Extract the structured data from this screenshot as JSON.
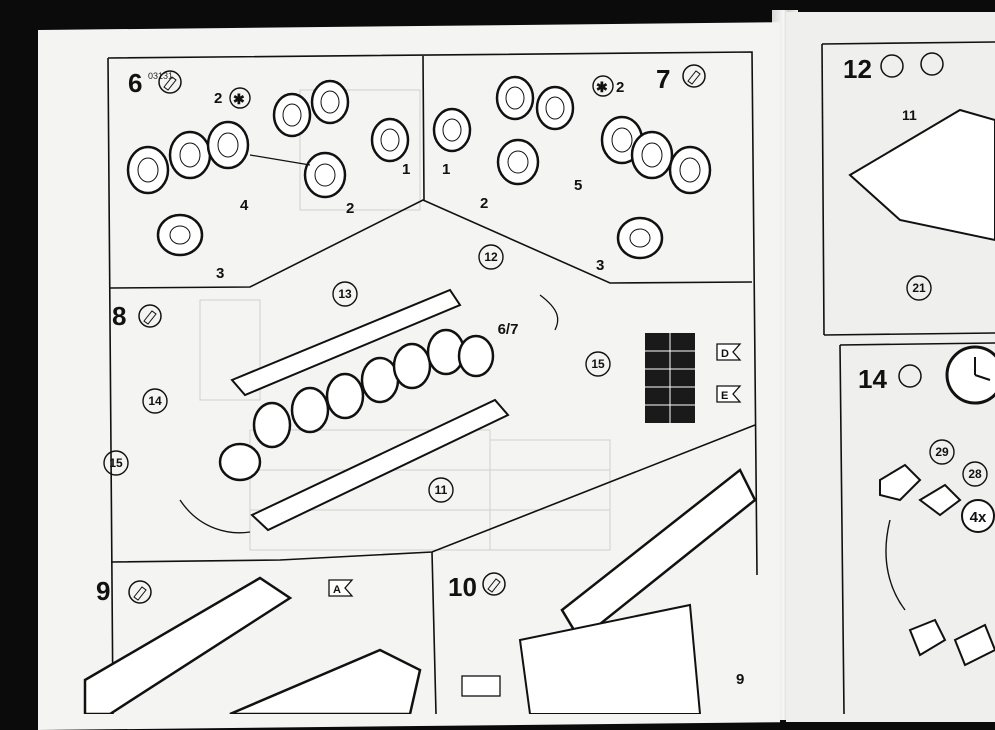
{
  "document_code": "03131",
  "steps": [
    {
      "number": "6",
      "callouts": [
        "2",
        "4",
        "1",
        "2",
        "3"
      ]
    },
    {
      "number": "7",
      "callouts": [
        "2",
        "1",
        "2",
        "5",
        "3"
      ]
    },
    {
      "number": "8",
      "callouts": [
        "13",
        "12",
        "6/7",
        "15",
        "14",
        "15",
        "11"
      ],
      "flags": [
        "D",
        "E"
      ]
    },
    {
      "number": "9",
      "flags": [
        "A"
      ]
    },
    {
      "number": "10",
      "callouts": [
        "9"
      ]
    },
    {
      "number": "12",
      "callouts": [
        "11",
        "21"
      ]
    },
    {
      "number": "14",
      "callouts": [
        "29",
        "28"
      ],
      "multiplier": "4x"
    }
  ],
  "colors": {
    "background": "#0b0b0b",
    "paper": "#f4f4f2",
    "ink": "#111111",
    "faint": "#c8c8c6"
  }
}
